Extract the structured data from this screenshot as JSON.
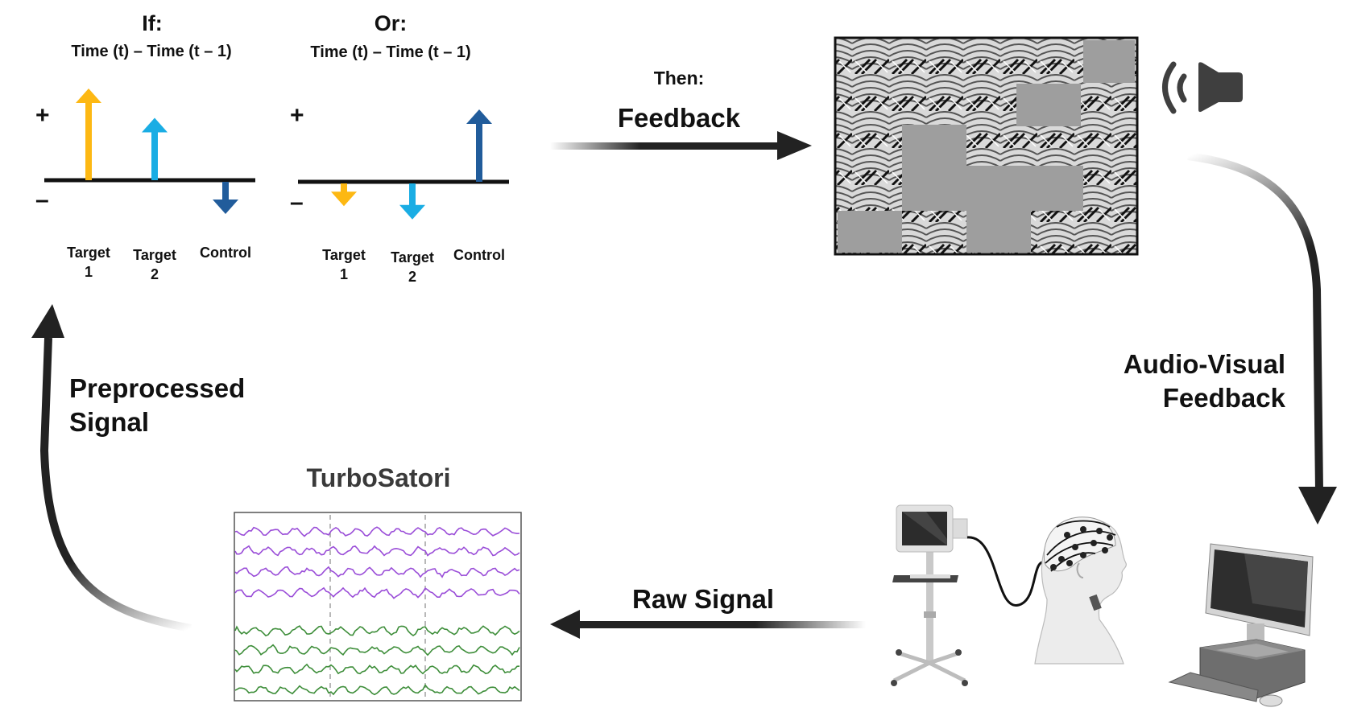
{
  "colors": {
    "target1": "#FDB813",
    "target2": "#1AADE4",
    "control": "#215C9B",
    "arrow": "#222222",
    "masking": "#9e9e9e",
    "eeg_purple": "#9A4DD8",
    "eeg_green": "#3E8E3A",
    "speaker": "#3f3f3f",
    "turbosatori_title": "#3a3a3a"
  },
  "condition_if": {
    "title": "If:",
    "subtitle": "Time (t) – Time (t – 1)",
    "plus": "+",
    "minus": "–",
    "bars": [
      {
        "label_line1": "Target",
        "label_line2": "1",
        "direction": "up",
        "magnitude": 1.0,
        "color_key": "target1"
      },
      {
        "label_line1": "Target",
        "label_line2": "2",
        "direction": "up",
        "magnitude": 0.68,
        "color_key": "target2"
      },
      {
        "label_line1": "Control",
        "label_line2": "",
        "direction": "down",
        "magnitude": 0.6,
        "color_key": "control"
      }
    ]
  },
  "condition_or": {
    "title": "Or:",
    "subtitle": "Time (t) – Time (t – 1)",
    "plus": "+",
    "minus": "–",
    "bars": [
      {
        "label_line1": "Target",
        "label_line2": "1",
        "direction": "down",
        "magnitude": 0.42,
        "color_key": "target1"
      },
      {
        "label_line1": "Target",
        "label_line2": "2",
        "direction": "down",
        "magnitude": 0.65,
        "color_key": "target2"
      },
      {
        "label_line1": "Control",
        "label_line2": "",
        "direction": "up",
        "magnitude": 0.9,
        "color_key": "control"
      }
    ]
  },
  "feedback_arrow": {
    "line1": "Then:",
    "line2": "Feedback"
  },
  "feedback_display": {
    "description": "masked zentangle-style line art image with gray occluding blocks",
    "icon": "speaker-icon"
  },
  "audio_visual": {
    "line1": "Audio-Visual",
    "line2": "Feedback"
  },
  "hardware": {
    "eeg_device": "eeg-amplifier-cart",
    "participant": "participant-head-with-electrode-cap",
    "computer": "desktop-computer"
  },
  "raw_signal": {
    "label": "Raw Signal"
  },
  "turbosatori": {
    "title": "TurboSatori",
    "purple_channels": 4,
    "green_channels": 4,
    "dashed_markers": 2
  },
  "preprocessed": {
    "line1": "Preprocessed",
    "line2": "Signal"
  }
}
